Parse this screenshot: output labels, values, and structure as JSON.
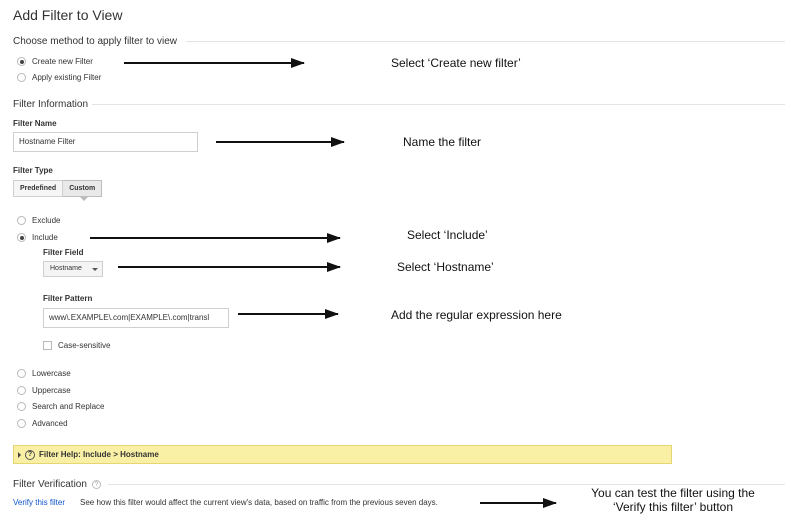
{
  "page": {
    "title": "Add Filter to View"
  },
  "method": {
    "heading": "Choose method to apply filter to view",
    "options": [
      {
        "label": "Create new Filter",
        "selected": true
      },
      {
        "label": "Apply existing Filter",
        "selected": false
      }
    ]
  },
  "filter_info": {
    "heading": "Filter Information",
    "name_label": "Filter Name",
    "name_value": "Hostname Filter",
    "type_label": "Filter Type",
    "type_tabs": [
      {
        "label": "Predefined",
        "active": false
      },
      {
        "label": "Custom",
        "active": true
      }
    ],
    "custom_options": [
      {
        "label": "Exclude",
        "selected": false
      },
      {
        "label": "Include",
        "selected": true
      }
    ],
    "field_label": "Filter Field",
    "field_value": "Hostname",
    "pattern_label": "Filter Pattern",
    "pattern_value": "www\\.EXAMPLE\\.com|EXAMPLE\\.com|transl",
    "case_sensitive_label": "Case-sensitive",
    "other_options": [
      {
        "label": "Lowercase"
      },
      {
        "label": "Uppercase"
      },
      {
        "label": "Search and Replace"
      },
      {
        "label": "Advanced"
      }
    ]
  },
  "help_bar": {
    "text": "Filter Help: Include  >  Hostname",
    "icon": "question-icon"
  },
  "verification": {
    "heading": "Filter Verification",
    "link": "Verify this filter",
    "description": "See how this filter would affect the current view's data, based on traffic from the previous seven days."
  },
  "annotations": {
    "create_new": "Select ‘Create new filter’",
    "name": "Name the filter",
    "include": "Select ‘Include’",
    "hostname": "Select ‘Hostname’",
    "regex": "Add the regular expression here",
    "verify_line1": "You can test the filter using the",
    "verify_line2": "‘Verify this filter’ button"
  },
  "colors": {
    "help_bar_bg": "#f9f0a6",
    "link": "#1155cc"
  }
}
